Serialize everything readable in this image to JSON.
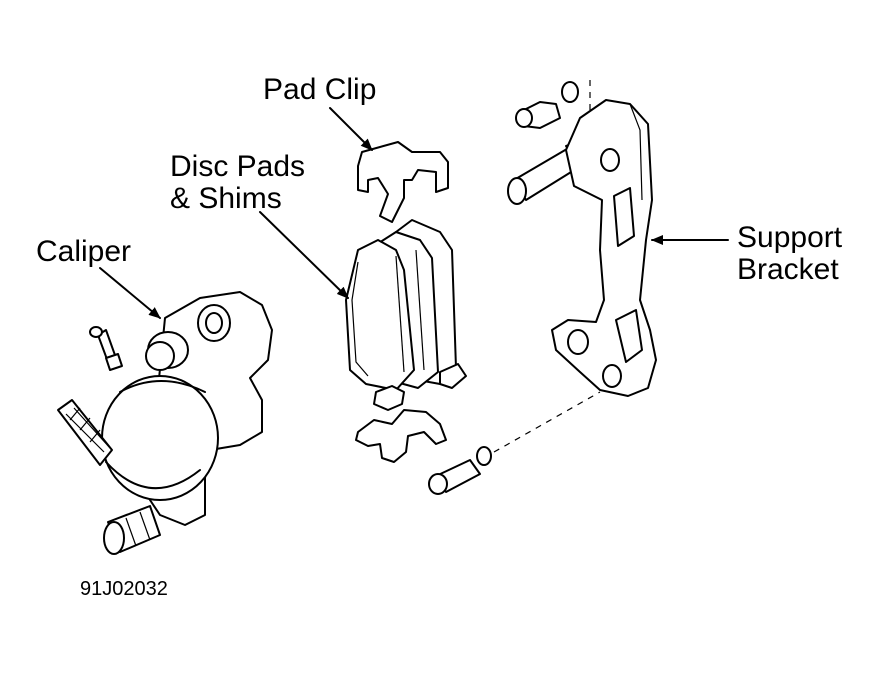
{
  "labels": {
    "pad_clip": "Pad Clip",
    "disc_pads_line1": "Disc Pads",
    "disc_pads_line2": "& Shims",
    "caliper": "Caliper",
    "support_line1": "Support",
    "support_line2": "Bracket"
  },
  "figure_id": "91J02032"
}
